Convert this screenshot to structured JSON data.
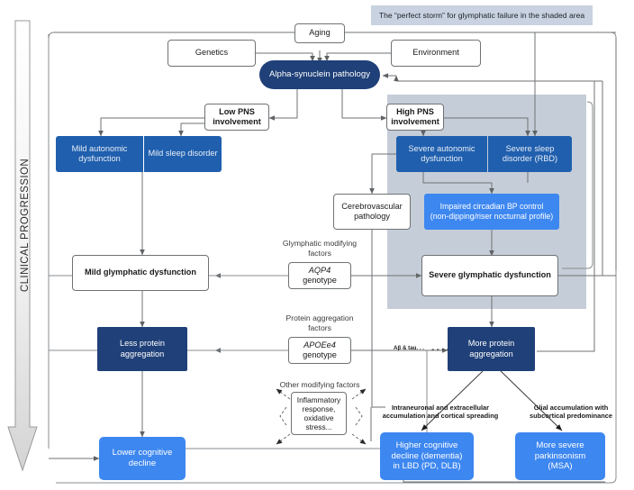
{
  "meta": {
    "diagram_title": "The “perfect storm” for glymphatic failure in the shaded area",
    "progression_axis_label": "CLINICAL PROGRESSION"
  },
  "colors": {
    "navy": "#1f4078",
    "medium_blue": "#1f5fae",
    "light_blue": "#3d87f0",
    "shaded_area": "#c5cdd8",
    "banner": "#c8d2e0",
    "outline": "#6f7275",
    "wire": "#6f7275"
  },
  "nodes": {
    "aging": "Aging",
    "genetics": "Genetics",
    "environment": "Environment",
    "alpha_synuclein": "Alpha-synuclein pathology",
    "low_pns": "Low PNS\ninvolvement",
    "high_pns": "High PNS\ninvolvement",
    "mild_autonomic": "Mild autonomic\ndysfunction",
    "mild_sleep": "Mild sleep disorder",
    "severe_autonomic": "Severe autonomic\ndysfunction",
    "severe_sleep": "Severe sleep\ndisorder (RBD)",
    "impaired_bp_l1": "Impaired circadian BP control",
    "impaired_bp_l2": "(non-dipping/riser nocturnal profile)",
    "cerebrovascular": "Cerebrovascular\npathology",
    "mild_glymphatic": "Mild glymphatic dysfunction",
    "severe_glymphatic": "Severe glymphatic dysfunction",
    "aqp4_gene": "AQP4",
    "aqp4_suffix": "genotype",
    "apoe_gene": "APOEe4",
    "apoe_suffix": "genotype",
    "inflammatory": "Inflammatory\nresponse,\noxidative\nstress...",
    "less_protein": "Less protein\naggregation",
    "more_protein": "More protein\naggregation",
    "lower_cognitive": "Lower cognitive\ndecline",
    "higher_cognitive": "Higher cognitive\ndecline (dementia)\nin LBD (PD, DLB)",
    "more_parkinsonism": "More severe\nparkinsonism\n(MSA)"
  },
  "captions": {
    "glymphatic_factors": "Glymphatic modifying\nfactors",
    "protein_factors": "Protein aggregation\nfactors",
    "other_factors": "Other modifying factors",
    "ab_tau": "Aβ & tau. . .",
    "intraneuronal": "Intraneuronal and extracellular\naccumulation and cortical spreading",
    "glial": "Glial accumulation with\nsubcortical predominance"
  }
}
